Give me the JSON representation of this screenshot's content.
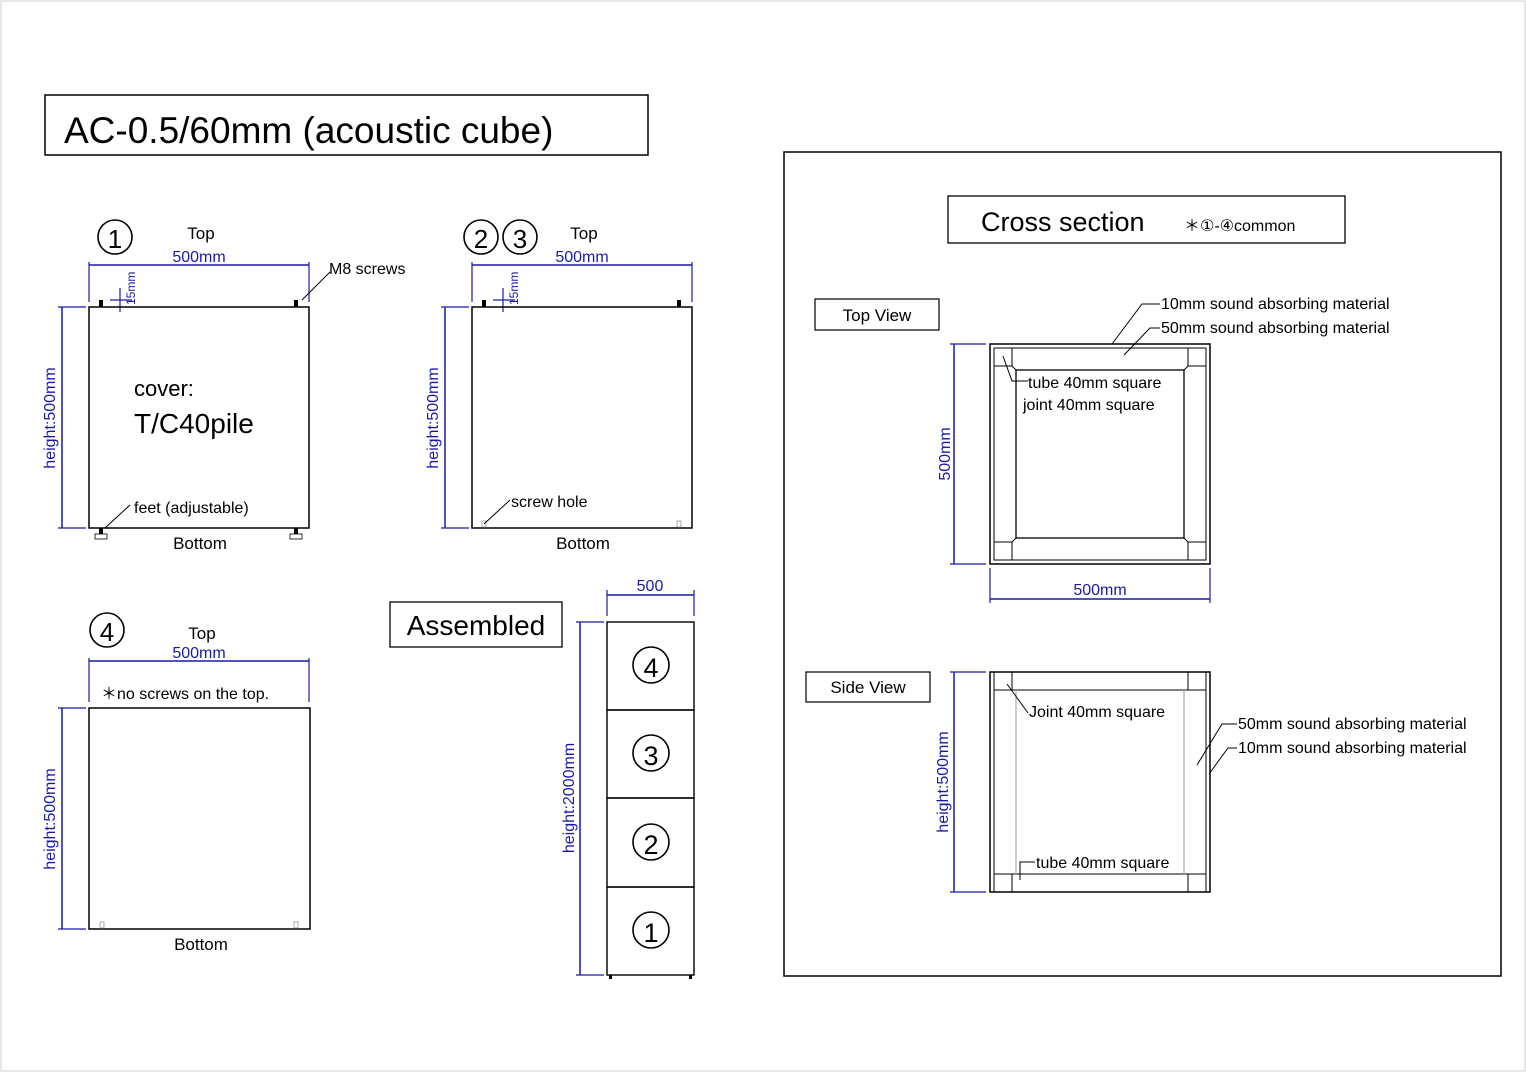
{
  "title": "AC-0.5/60mm (acoustic cube)",
  "colors": {
    "ink": "#000000",
    "dimension": "#1a1aa8",
    "guide": "#aaaaaa"
  },
  "units": [
    {
      "badge": "①",
      "top_label": "Top",
      "width_dim": "500mm",
      "screw_dim": "15mm",
      "screw_label": "M8 screws",
      "height_dim": "height:500mm",
      "cover_label": "cover:",
      "cover_value": "T/C40pile",
      "feet_label": "feet (adjustable)",
      "bottom_label": "Bottom"
    },
    {
      "badge": "②③",
      "top_label": "Top",
      "width_dim": "500mm",
      "screw_dim": "15mm",
      "height_dim": "height:500mm",
      "hole_label": "screw hole",
      "bottom_label": "Bottom"
    },
    {
      "badge": "④",
      "top_label": "Top",
      "width_dim": "500mm",
      "note": "＊no screws on the top.",
      "height_dim": "height:500mm",
      "bottom_label": "Bottom"
    }
  ],
  "assembled": {
    "label": "Assembled",
    "width_dim": "500",
    "height_dim": "height:2000mm",
    "stack": [
      "④",
      "③",
      "②",
      "①"
    ]
  },
  "cross_section": {
    "title": "Cross section",
    "note": "＊①-④common",
    "top_view": {
      "label": "Top View",
      "layer_outer": "10mm sound absorbing material",
      "layer_inner": "50mm sound absorbing material",
      "tube_label": "tube 40mm square",
      "joint_label": "joint 40mm square",
      "height_dim": "500mm",
      "width_dim": "500mm"
    },
    "side_view": {
      "label": "Side View",
      "joint_label": "Joint 40mm square",
      "layer_inner": "50mm sound absorbing material",
      "layer_outer": "10mm sound absorbing material",
      "tube_label": "tube 40mm square",
      "height_dim": "height:500mm"
    }
  }
}
